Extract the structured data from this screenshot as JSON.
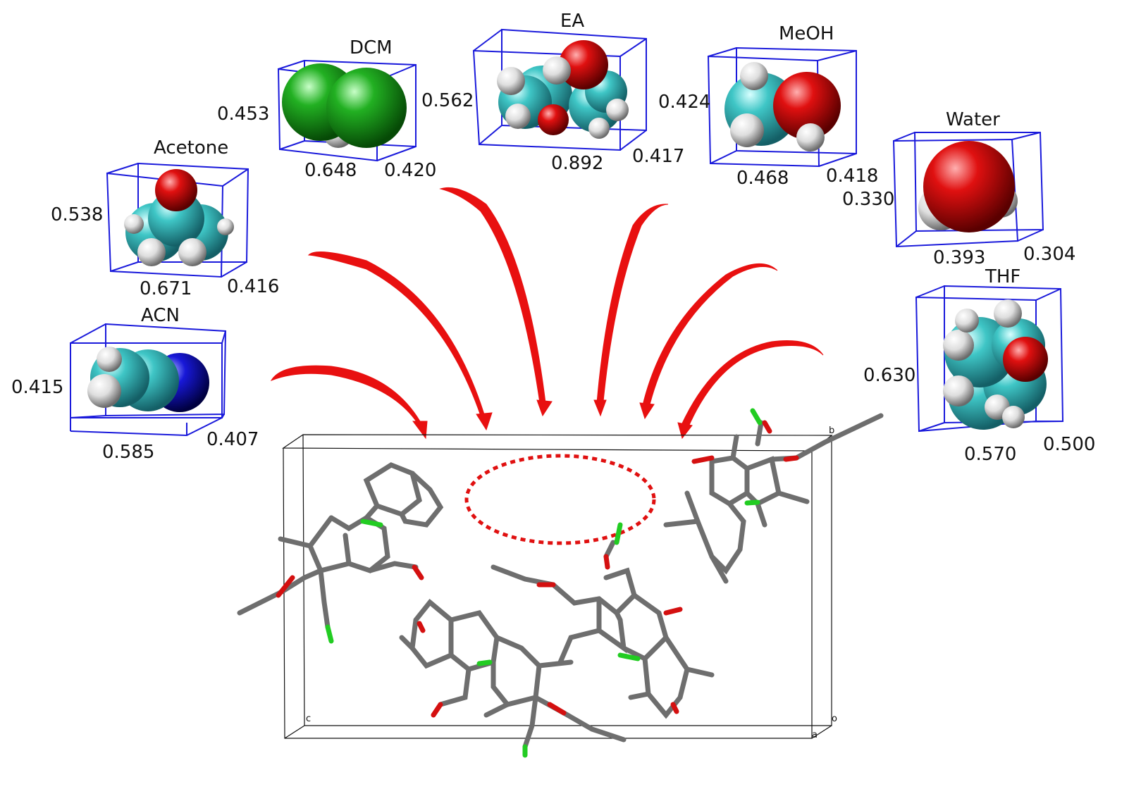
{
  "solvents": [
    {
      "id": "acn",
      "name": "ACN",
      "dims": [
        "0.415",
        "0.585",
        "0.407"
      ],
      "atoms": {
        "main": "#2fb3b3",
        "hetero": "#1a1ad9"
      }
    },
    {
      "id": "acetone",
      "name": "Acetone",
      "dims": [
        "0.538",
        "0.671",
        "0.416"
      ],
      "atoms": {
        "main": "#2fb3b3",
        "hetero": "#e01010"
      }
    },
    {
      "id": "dcm",
      "name": "DCM",
      "dims": [
        "0.453",
        "0.648",
        "0.420"
      ],
      "atoms": {
        "main": "#17a317",
        "hetero": "#17a317"
      }
    },
    {
      "id": "ea",
      "name": "EA",
      "dims": [
        "0.562",
        "0.892",
        "0.417"
      ],
      "atoms": {
        "main": "#2fb3b3",
        "hetero": "#e01010"
      }
    },
    {
      "id": "meoh",
      "name": "MeOH",
      "dims": [
        "0.424",
        "0.468",
        "0.418"
      ],
      "atoms": {
        "main": "#2fb3b3",
        "hetero": "#e01010"
      }
    },
    {
      "id": "water",
      "name": "Water",
      "dims": [
        "0.330",
        "0.393",
        "0.304"
      ],
      "atoms": {
        "main": "#e01010",
        "hetero": "#e01010"
      }
    },
    {
      "id": "thf",
      "name": "THF",
      "dims": [
        "0.630",
        "0.570",
        "0.500"
      ],
      "atoms": {
        "main": "#2fb3b3",
        "hetero": "#e01010"
      }
    }
  ],
  "cell_axes": {
    "b": "b",
    "c": "c",
    "a": "a",
    "o": "o"
  },
  "colors": {
    "box": "#1a1adb",
    "arrow": "#e81010",
    "cavity": "#e01010",
    "bond": "#6e6e6e",
    "chlorine": "#22cc22",
    "oxygen": "#d41010",
    "hydrogen": "#f2f2f2"
  }
}
